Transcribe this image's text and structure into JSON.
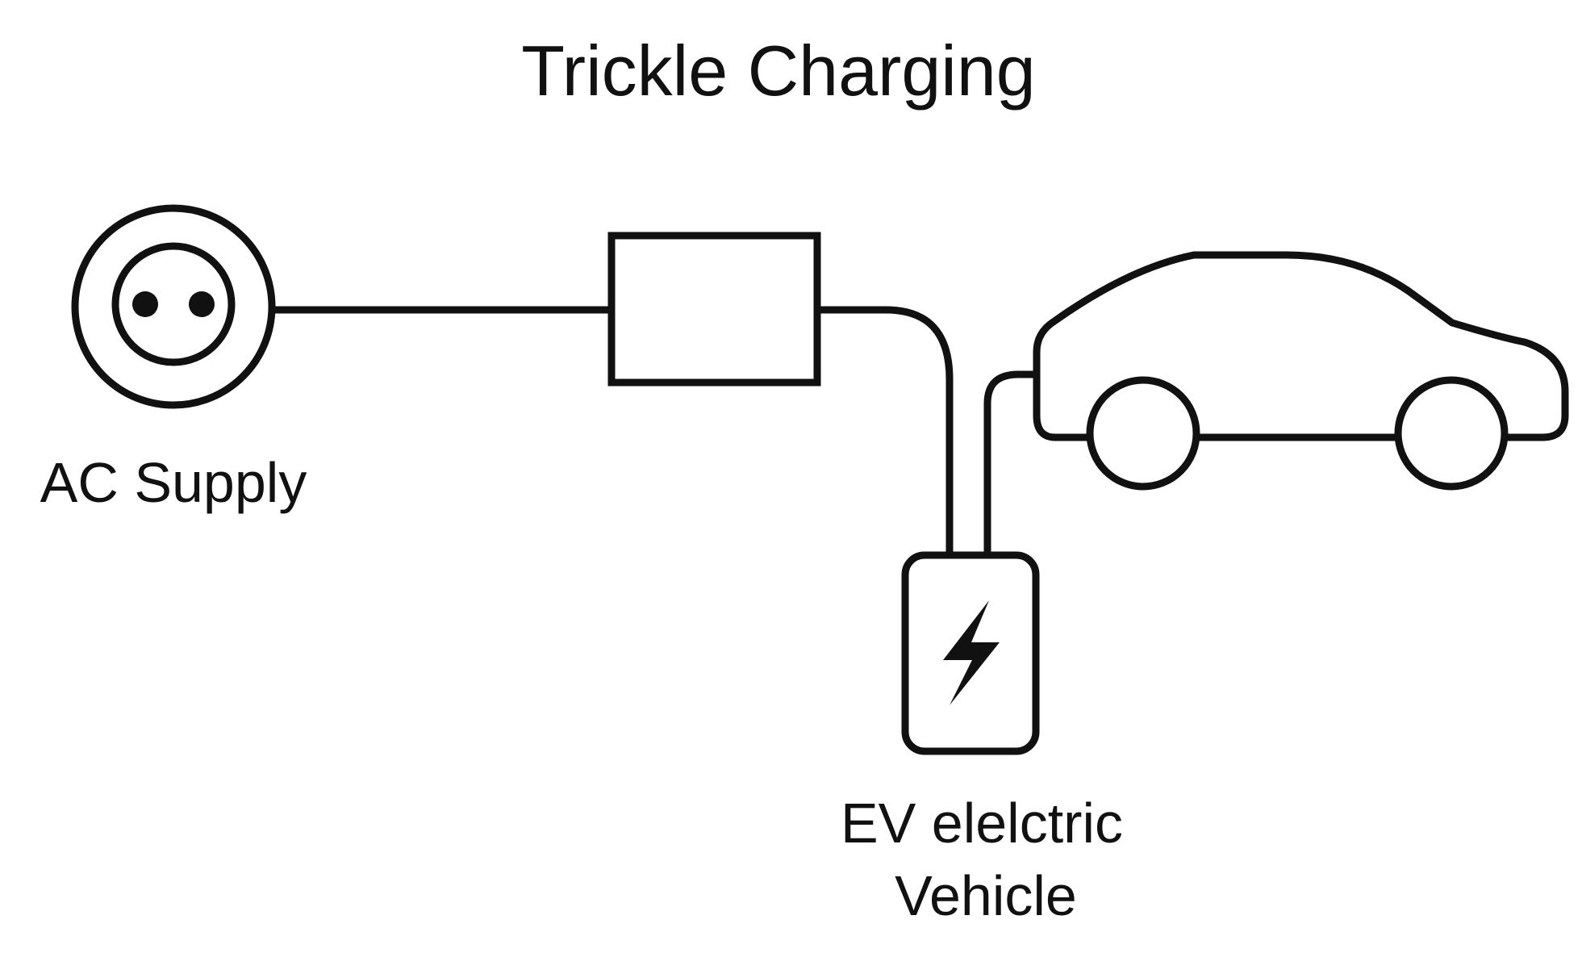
{
  "diagram": {
    "title": "Trickle Charging",
    "labels": {
      "ac_supply": "AC Supply",
      "ev_line1": "EV elelctric",
      "ev_line2": "Vehicle"
    },
    "icons": {
      "outlet": "wall-socket-icon",
      "adapter": "charger-box-icon",
      "charging_unit": "lightning-bolt-icon",
      "vehicle": "car-icon"
    },
    "colors": {
      "stroke": "#111111",
      "background": "#ffffff"
    }
  }
}
